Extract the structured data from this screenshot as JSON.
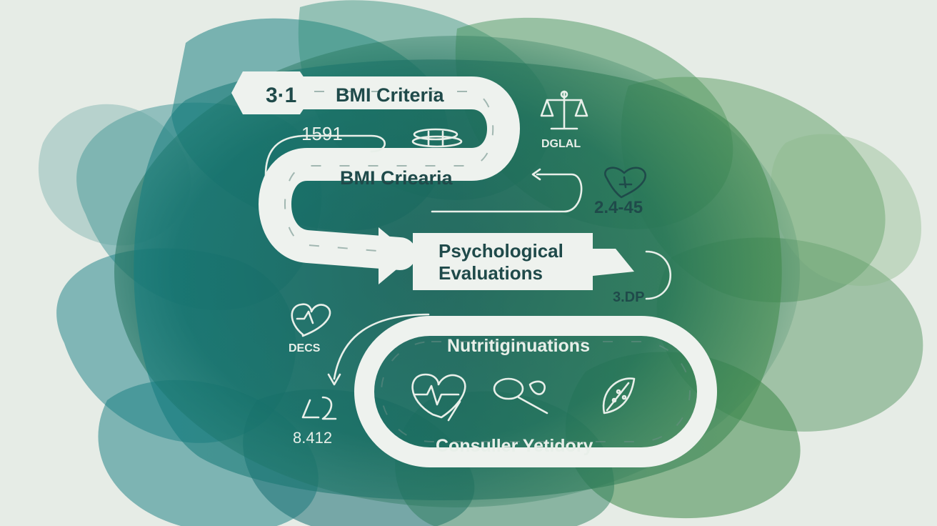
{
  "colors": {
    "background": "#e6ece6",
    "teal": "#137c80",
    "green": "#3f8a4a",
    "path_fill": "#eef2ee",
    "label_text": "#1f4a4a",
    "icon_light": "#e8efe9"
  },
  "nodes": {
    "step_badge": "3·1",
    "bmi_criteria": "BMI Criteria",
    "bmi_criearia": "BMI Criearia",
    "psychological_line1": "Psychological",
    "psychological_line2": "Evaluations",
    "nutritiginuations": "Nutritiginuations",
    "consuller_yetidory": "Consuller Yetidory"
  },
  "side_labels": {
    "code_1591": "1591",
    "dglal": "DGLAL",
    "range_24_45": "2.4-45",
    "code_3dp": "3.DP",
    "decs": "DECS",
    "code_8412": "8.412"
  },
  "icons": {
    "scales": "scales-icon",
    "coins": "coins-icon",
    "heart_bowl": "heart-bowl-icon",
    "heart_ecg": "heart-ecg-icon",
    "health_heart": "heart-check-icon",
    "spoon_food": "spoon-icon",
    "vegetable": "vegetable-icon",
    "figure": "figure-icon"
  }
}
